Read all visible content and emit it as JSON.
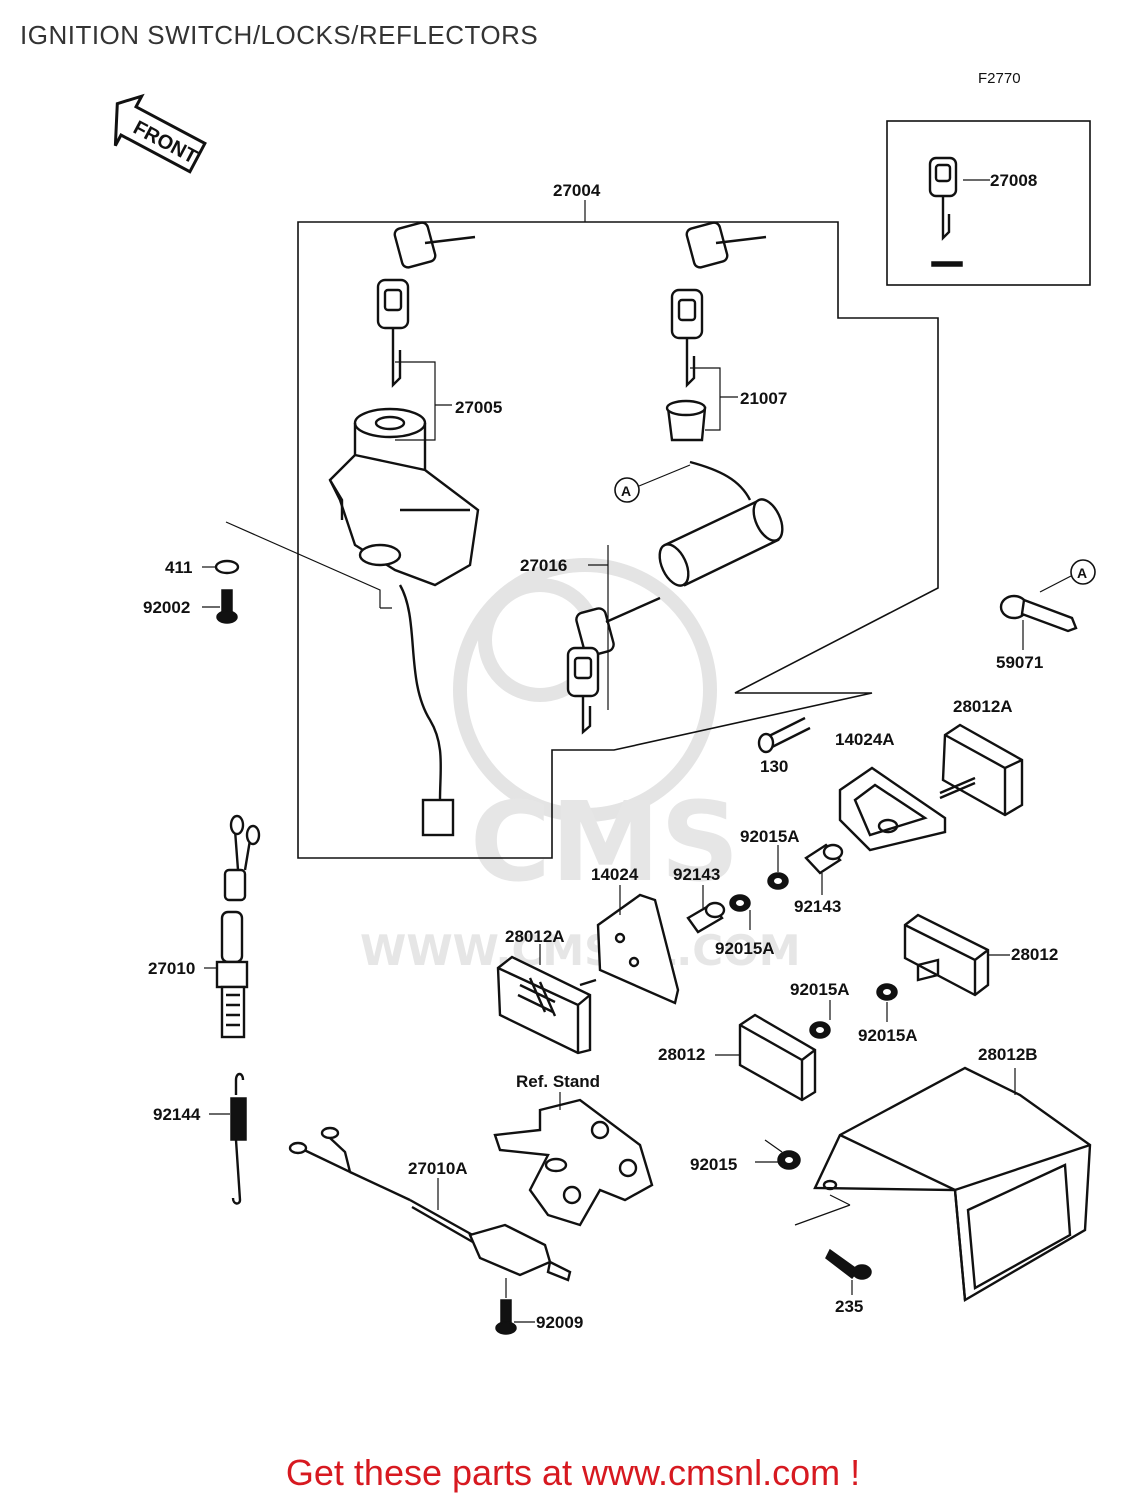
{
  "title": "IGNITION SWITCH/LOCKS/REFLECTORS",
  "figure_code": "F2770",
  "front_arrow": "FRONT",
  "ref_label": "Ref. Stand",
  "callout": "A",
  "watermark": {
    "logo": "CMS",
    "url": "WWW.CMSNL.COM"
  },
  "parts": {
    "p27004": "27004",
    "p27005": "27005",
    "p21007": "21007",
    "p27008": "27008",
    "p27016": "27016",
    "p411": "411",
    "p92002": "92002",
    "p59071": "59071",
    "p130": "130",
    "p14024A": "14024A",
    "p28012A_r": "28012A",
    "p92015A_1": "92015A",
    "p14024": "14024",
    "p92143_1": "92143",
    "p92143_2": "92143",
    "p92015A_2": "92015A",
    "p28012A_l": "28012A",
    "p28012_r": "28012",
    "p92015A_3": "92015A",
    "p92015A_4": "92015A",
    "p28012_m": "28012",
    "p28012B": "28012B",
    "p27010": "27010",
    "p92144": "92144",
    "p27010A": "27010A",
    "p92015": "92015",
    "p235": "235",
    "p92009": "92009"
  },
  "banner": "Get these parts at www.cmsnl.com !"
}
